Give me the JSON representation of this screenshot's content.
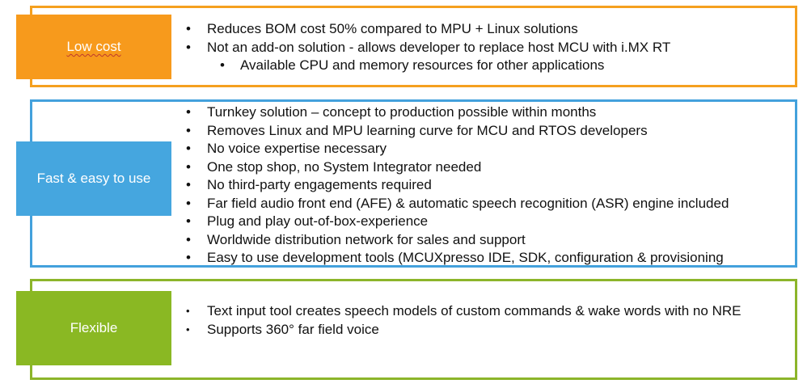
{
  "sections": [
    {
      "id": "low-cost",
      "label": "Low cost",
      "border_color": "#f5a01f",
      "tag_color": "#f79a1c",
      "items": [
        {
          "text": "Reduces BOM cost 50% compared to MPU + Linux solutions",
          "level": 1
        },
        {
          "text": "Not an add-on solution - allows developer to replace host MCU with i.MX RT",
          "level": 1
        },
        {
          "text": "Available CPU and memory resources for other applications",
          "level": 2
        }
      ]
    },
    {
      "id": "fast-easy",
      "label": "Fast & easy to use",
      "border_color": "#43a1dc",
      "tag_color": "#45a6df",
      "items": [
        {
          "text": "Turnkey solution – concept to production possible within months",
          "level": 1
        },
        {
          "text": "Removes Linux and MPU learning curve for MCU and RTOS developers",
          "level": 1
        },
        {
          "text": "No voice expertise necessary",
          "level": 1
        },
        {
          "text": "One stop shop, no System Integrator needed",
          "level": 1
        },
        {
          "text": "No third-party engagements required",
          "level": 1
        },
        {
          "text": "Far field audio front end (AFE) & automatic speech recognition (ASR) engine included",
          "level": 1
        },
        {
          "text": "Plug and play out-of-box-experience",
          "level": 1
        },
        {
          "text": "Worldwide distribution network for sales and support",
          "level": 1
        },
        {
          "text": "Easy to use development tools (MCUXpresso IDE, SDK, configuration & provisioning",
          "level": 1
        }
      ]
    },
    {
      "id": "flexible",
      "label": "Flexible",
      "border_color": "#8cb52a",
      "tag_color": "#8ab823",
      "items": [
        {
          "text": "Text input tool creates speech models of custom commands & wake words with no NRE",
          "level": 1
        },
        {
          "text": "Supports 360° far field voice",
          "level": 1
        }
      ]
    }
  ]
}
